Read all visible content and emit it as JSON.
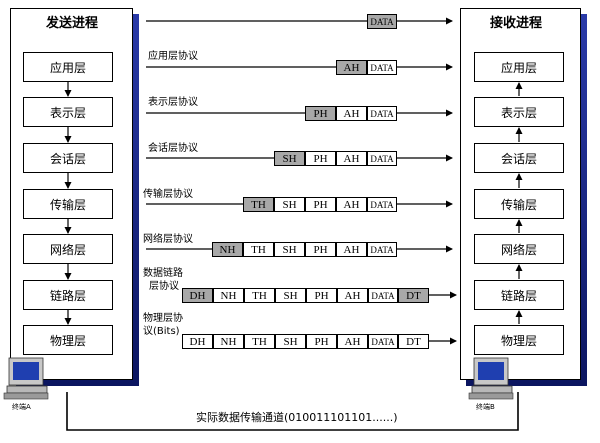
{
  "sender": {
    "title": "发送进程",
    "layers": [
      "应用层",
      "表示层",
      "会话层",
      "传输层",
      "网络层",
      "链路层",
      "物理层"
    ],
    "terminal_label": "终端A"
  },
  "receiver": {
    "title": "接收进程",
    "layers": [
      "应用层",
      "表示层",
      "会话层",
      "传输层",
      "网络层",
      "链路层",
      "物理层"
    ],
    "terminal_label": "终端B"
  },
  "protocol_labels": [
    "",
    "应用层协议",
    "表示层协议",
    "会话层协议",
    "传输层协议",
    "网络层协议",
    "数据链路",
    "层协议",
    "物理层协",
    "议(Bits)"
  ],
  "rows": [
    {
      "cells": [
        "DATA"
      ]
    },
    {
      "cells": [
        "AH",
        "DATA"
      ]
    },
    {
      "cells": [
        "PH",
        "AH",
        "DATA"
      ]
    },
    {
      "cells": [
        "SH",
        "PH",
        "AH",
        "DATA"
      ]
    },
    {
      "cells": [
        "TH",
        "SH",
        "PH",
        "AH",
        "DATA"
      ]
    },
    {
      "cells": [
        "NH",
        "TH",
        "SH",
        "PH",
        "AH",
        "DATA"
      ]
    },
    {
      "cells": [
        "DH",
        "NH",
        "TH",
        "SH",
        "PH",
        "AH",
        "DATA",
        "DT"
      ]
    },
    {
      "cells": [
        "DH",
        "NH",
        "TH",
        "SH",
        "PH",
        "AH",
        "DATA",
        "DT"
      ]
    }
  ],
  "channel_label": "实际数据传输通道(010011101101......)",
  "colors": {
    "panel_shadow": "#1a2a8a",
    "header_highlight": "#a8a8a8",
    "monitor_screen": "#1f3fb0"
  }
}
